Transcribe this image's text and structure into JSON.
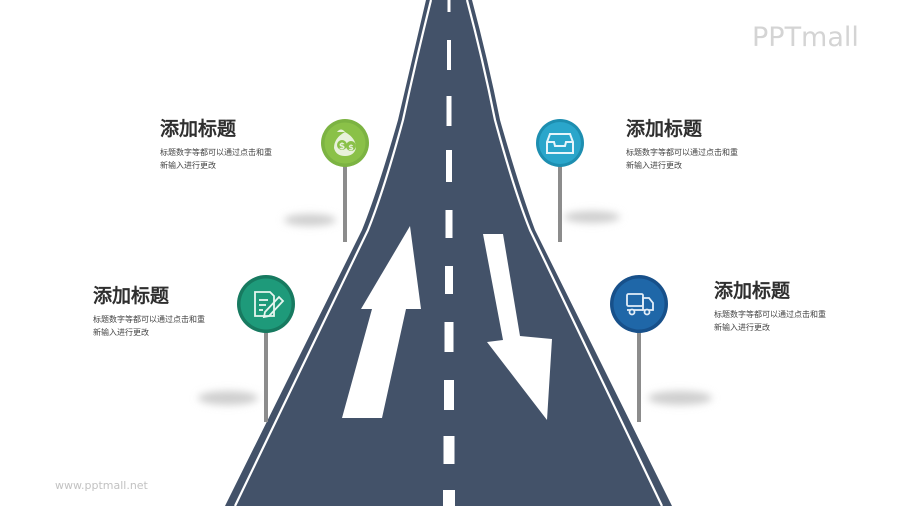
{
  "brand": {
    "logo_text": "PPTmall",
    "url": "www.pptmall.net"
  },
  "colors": {
    "road": "#435269",
    "marking": "#ffffff",
    "pole": "#8c8c8c",
    "green_light": "#7cb342",
    "teal": "#1e9a7a",
    "cyan": "#27a3c8",
    "blue": "#1f67a8"
  },
  "blocks": [
    {
      "id": "top-left",
      "title": "添加标题",
      "desc_line1": "标题数字等都可以通过点击和重",
      "desc_line2": "新输入进行更改",
      "icon": "money-bag-icon"
    },
    {
      "id": "top-right",
      "title": "添加标题",
      "desc_line1": "标题数字等都可以通过点击和重",
      "desc_line2": "新输入进行更改",
      "icon": "inbox-tray-icon"
    },
    {
      "id": "bottom-left",
      "title": "添加标题",
      "desc_line1": "标题数字等都可以通过点击和重",
      "desc_line2": "新输入进行更改",
      "icon": "document-edit-icon"
    },
    {
      "id": "bottom-right",
      "title": "添加标题",
      "desc_line1": "标题数字等都可以通过点击和重",
      "desc_line2": "新输入进行更改",
      "icon": "delivery-truck-icon"
    }
  ]
}
